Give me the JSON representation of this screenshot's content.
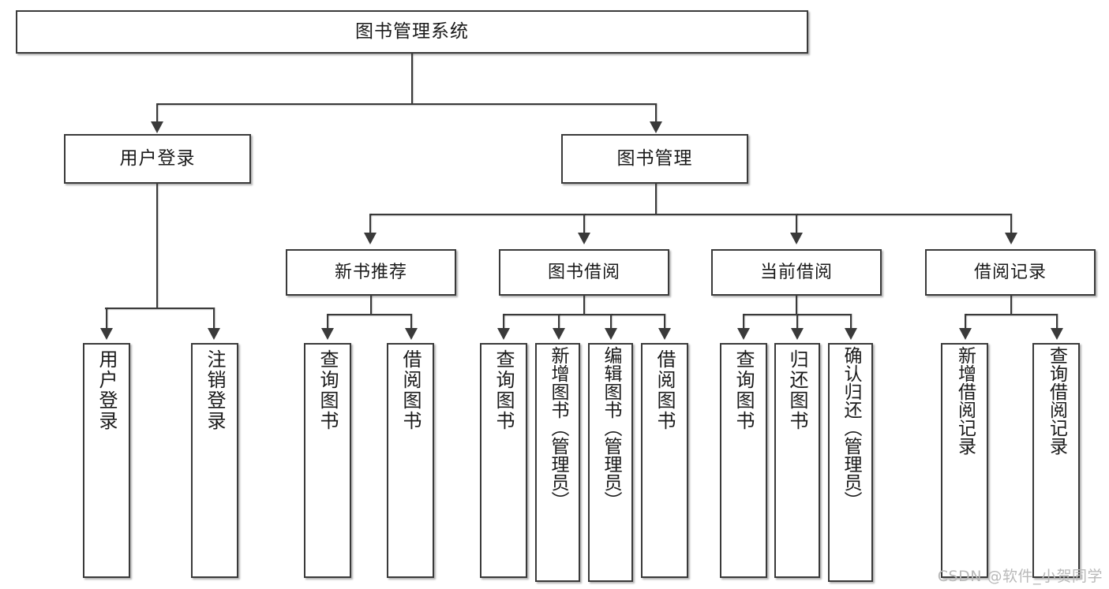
{
  "diagram": {
    "title": "图书管理系统",
    "type": "功能结构图",
    "watermark": "CSDN @软件_小贺同学",
    "colors": {
      "box_border": "#3a3a3a",
      "box_fill": "#ffffff",
      "text": "#1a1a1a",
      "connector": "#3a3a3a",
      "watermark": "#b9b9b9",
      "background": "#ffffff"
    }
  },
  "root": {
    "label": "图书管理系统"
  },
  "level2": [
    {
      "label": "用户登录"
    },
    {
      "label": "图书管理"
    }
  ],
  "level3": [
    {
      "label": "新书推荐"
    },
    {
      "label": "图书借阅"
    },
    {
      "label": "当前借阅"
    },
    {
      "label": "借阅记录"
    }
  ],
  "leaves": {
    "user_login": [
      {
        "label": "用户登录"
      },
      {
        "label": "注销登录"
      }
    ],
    "new_book_recommend": [
      {
        "label": "查询图书"
      },
      {
        "label": "借阅图书"
      }
    ],
    "book_borrow": [
      {
        "label": "查询图书"
      },
      {
        "label": "新增图书（管理员）"
      },
      {
        "label": "编辑图书（管理员）"
      },
      {
        "label": "借阅图书"
      }
    ],
    "current_borrow": [
      {
        "label": "查询图书"
      },
      {
        "label": "归还图书"
      },
      {
        "label": "确认归还（管理员）"
      }
    ],
    "borrow_records": [
      {
        "label": "新增借阅记录"
      },
      {
        "label": "查询借阅记录"
      }
    ]
  }
}
